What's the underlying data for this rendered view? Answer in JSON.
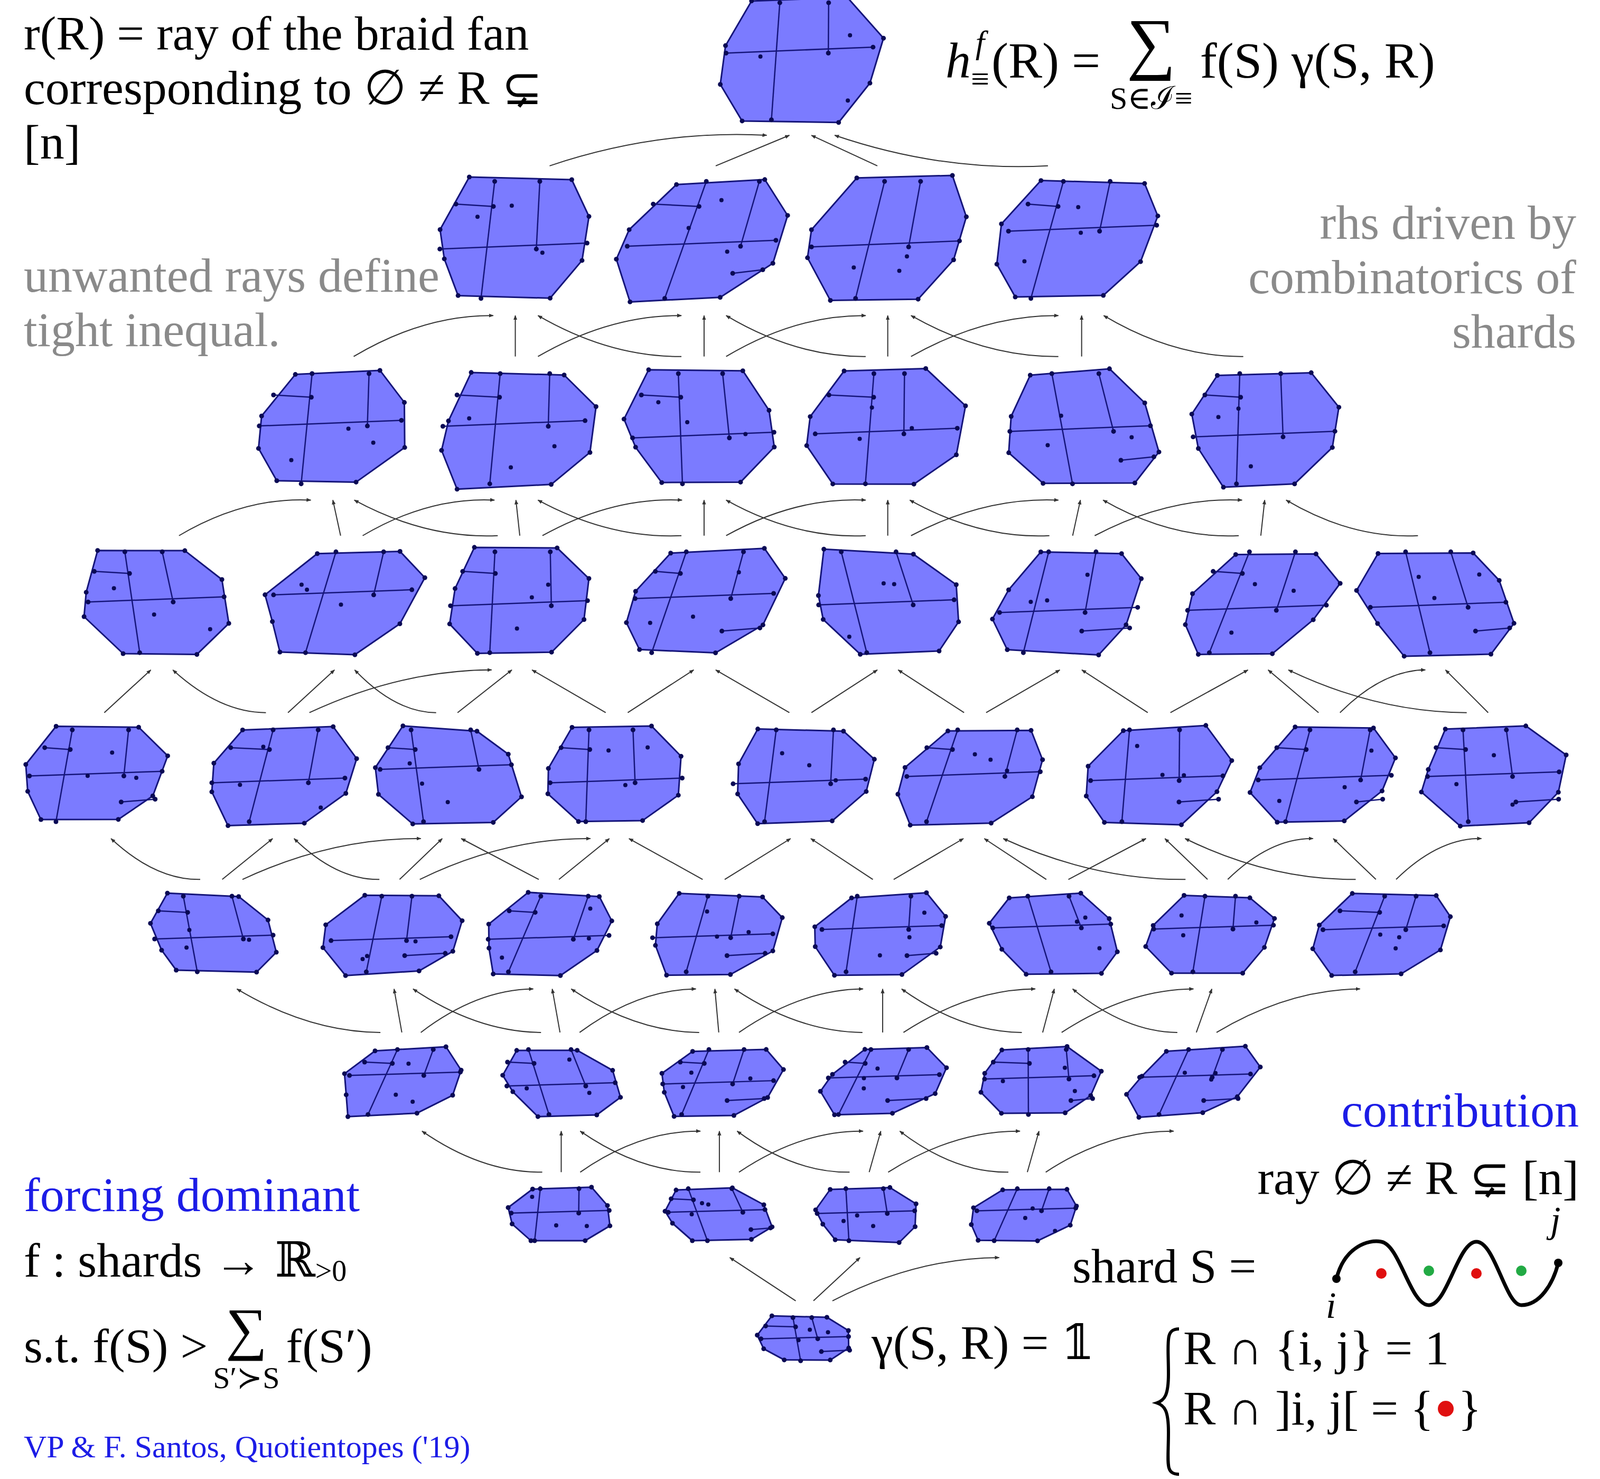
{
  "diagram": {
    "labels": [
      "r(R) = ray of the braid fan corresponding to ∅ ≠ R ⊊ [n]",
      "h",
      "f",
      "≡",
      "(R) =",
      "∑",
      "S∈ℐ≡",
      "f(S) γ(S, R)",
      "unwanted rays define tight inequal.",
      "rhs driven by combinatorics of shards",
      "contribution",
      "ray ∅ ≠ R ⊊ [n]",
      "shard S =",
      "j",
      "i",
      "forcing dominant",
      "f : shards → ℝ",
      ">0",
      "γ(S, R) = 𝟙",
      "R ∩ {i, j} =  1",
      "s.t. f(S) >",
      "∑",
      "S′≻S",
      "f(S′)",
      "R ∩ ]i, j[ = {",
      "}",
      "VP & F. Santos, Quotientopes ('19)"
    ]
  }
}
